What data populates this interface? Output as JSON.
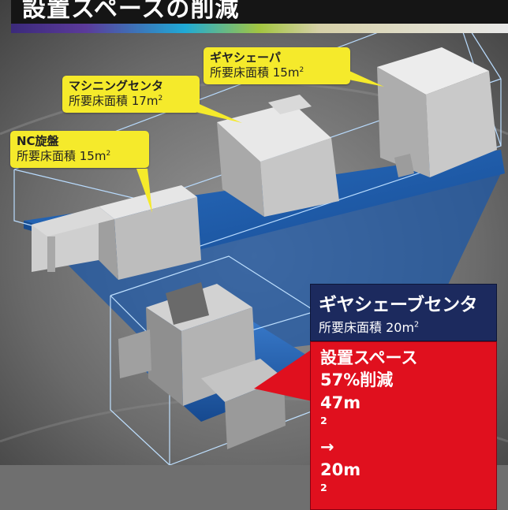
{
  "header": {
    "title": "設置スペースの削減"
  },
  "machines": [
    {
      "name": "NC旋盤",
      "area_label": "所要床面積 15m",
      "area_sup": "2"
    },
    {
      "name": "マシニングセンタ",
      "area_label": "所要床面積 17m",
      "area_sup": "2"
    },
    {
      "name": "ギヤシェーパ",
      "area_label": "所要床面積 15m",
      "area_sup": "2"
    }
  ],
  "result": {
    "name": "ギヤシェーブセンタ",
    "area_label": "所要床面積 20m",
    "area_sup": "2",
    "reduction_line1": "設置スペース",
    "reduction_line2": "57%削減",
    "before_value": "47m",
    "before_sup": "2",
    "arrow": "→",
    "after_value": "20m",
    "after_sup": "2"
  },
  "colors": {
    "callout_yellow": "#f5ea2b",
    "floor_blue": "#1f5fae",
    "result_navy": "#1c2a5e",
    "result_red": "#e0101e"
  }
}
